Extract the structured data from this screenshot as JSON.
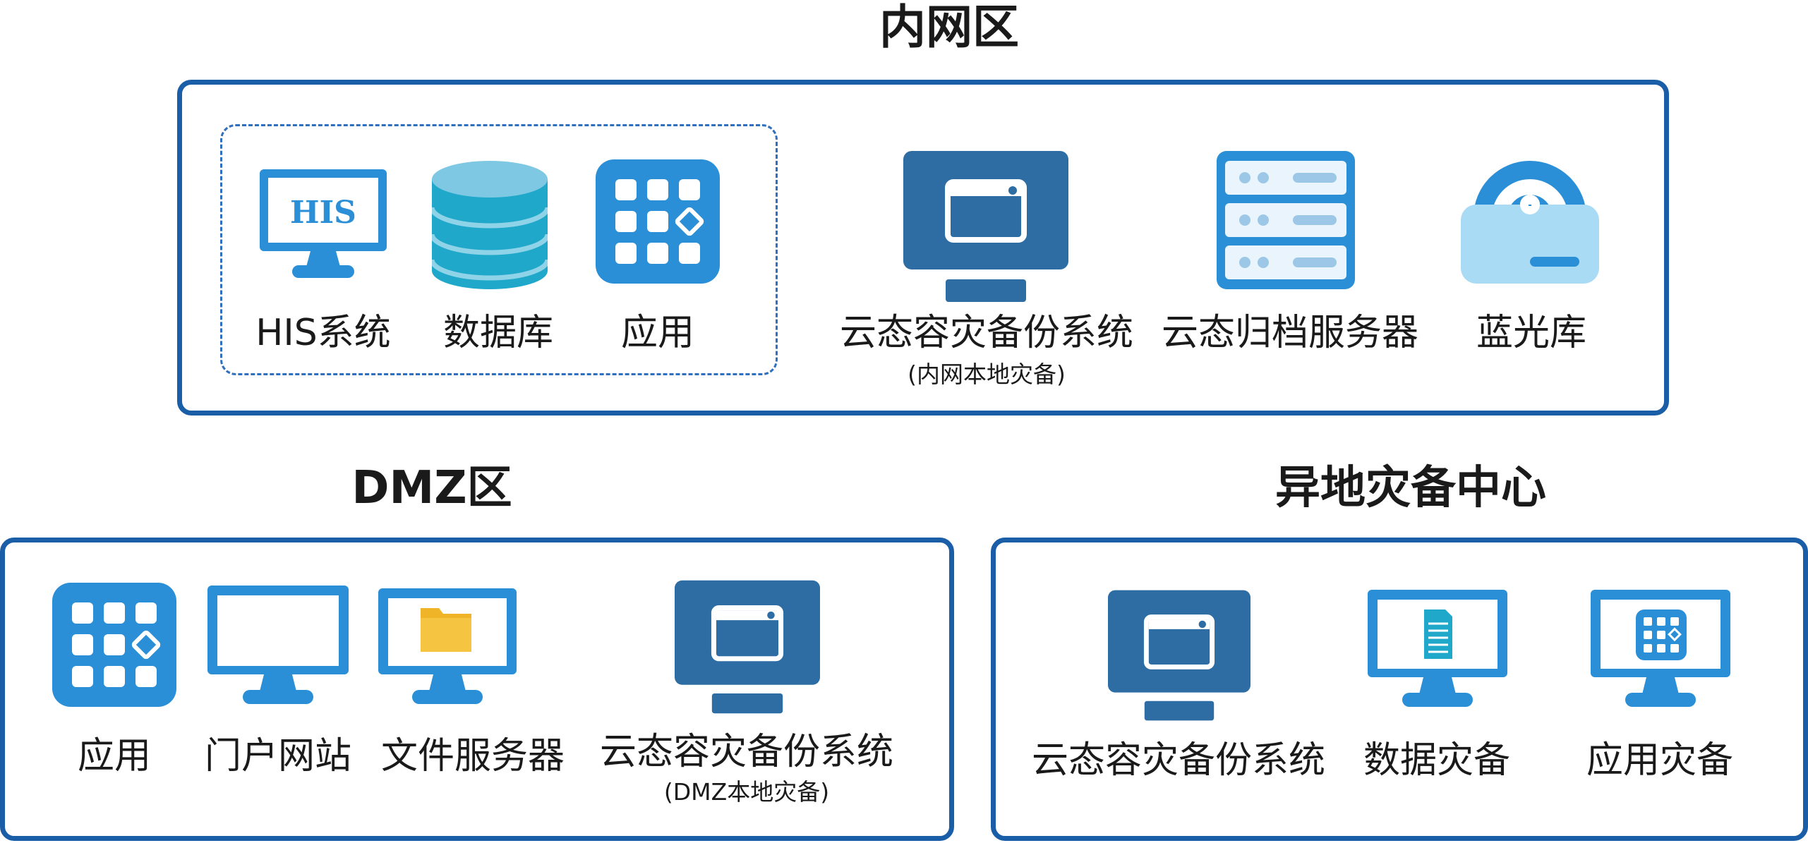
{
  "zones": {
    "intranet": {
      "title": "内网区",
      "items": {
        "his": {
          "label": "HIS系统",
          "icon": "his-monitor-icon",
          "screen_text": "HIS"
        },
        "database": {
          "label": "数据库",
          "icon": "database-icon"
        },
        "app": {
          "label": "应用",
          "icon": "app-grid-icon"
        },
        "backup": {
          "label": "云态容灾备份系统",
          "sublabel": "(内网本地灾备)",
          "icon": "backup-monitor-icon"
        },
        "archive": {
          "label": "云态归档服务器",
          "icon": "server-rack-icon"
        },
        "bluray": {
          "label": "蓝光库",
          "icon": "optical-disc-drive-icon"
        }
      }
    },
    "dmz": {
      "title": "DMZ区",
      "items": {
        "app": {
          "label": "应用",
          "icon": "app-grid-icon"
        },
        "portal": {
          "label": "门户网站",
          "icon": "monitor-icon"
        },
        "fileserver": {
          "label": "文件服务器",
          "icon": "folder-monitor-icon"
        },
        "backup": {
          "label": "云态容灾备份系统",
          "sublabel": "(DMZ本地灾备)",
          "icon": "backup-monitor-icon"
        }
      }
    },
    "offsite": {
      "title": "异地灾备中心",
      "items": {
        "backup": {
          "label": "云态容灾备份系统",
          "icon": "backup-monitor-icon"
        },
        "data_backup": {
          "label": "数据灾备",
          "icon": "document-monitor-icon"
        },
        "app_backup": {
          "label": "应用灾备",
          "icon": "app-monitor-icon"
        }
      }
    }
  },
  "colors": {
    "border": "#1b5ea8",
    "dashed": "#2f6fbf",
    "icon_blue": "#2a8fd6",
    "icon_dark": "#2e6da4",
    "db_top": "#7ec8e3",
    "db_body": "#1fa8c9",
    "bluray_body": "#a9dbf5",
    "folder": "#f0b429"
  }
}
